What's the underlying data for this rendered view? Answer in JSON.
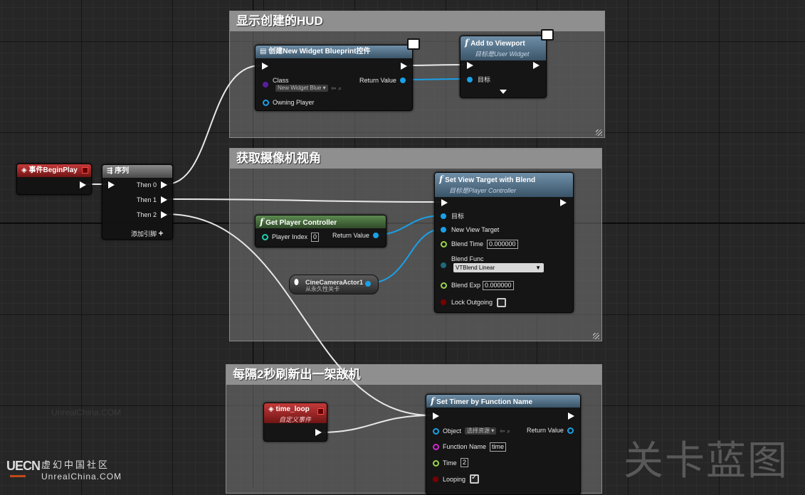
{
  "breadcrumbs": "...",
  "comments": [
    {
      "title": "显示创建的HUD"
    },
    {
      "title": "获取摄像机视角"
    },
    {
      "title": "每隔2秒刷新出一架敌机"
    }
  ],
  "nodes": {
    "begin_play": {
      "title": "事件BeginPlay"
    },
    "sequence": {
      "title": "序列",
      "pins": [
        "Then 0",
        "Then 1",
        "Then 2"
      ],
      "add_pin": "添加引脚"
    },
    "create_widget": {
      "title": "创建New Widget Blueprint控件",
      "class_label": "Class",
      "class_value": "New Widget Blue",
      "return_label": "Return Value",
      "owning_player": "Owning Player"
    },
    "add_viewport": {
      "title": "Add to Viewport",
      "subtitle": "目标是User Widget",
      "target": "目标"
    },
    "set_view_target": {
      "title": "Set View Target with Blend",
      "subtitle": "目标是Player Controller",
      "target": "目标",
      "new_view_target": "New View Target",
      "blend_time": "Blend Time",
      "blend_time_value": "0.000000",
      "blend_func": "Blend Func",
      "blend_func_value": "VTBlend Linear",
      "blend_exp": "Blend Exp",
      "blend_exp_value": "0.000000",
      "lock_outgoing": "Lock Outgoing"
    },
    "get_player_controller": {
      "title": "Get Player Controller",
      "player_index": "Player Index",
      "player_index_value": "0",
      "return_label": "Return Value"
    },
    "cine_camera": {
      "title": "CineCameraActor1",
      "subtitle": "从永久性关卡"
    },
    "time_loop": {
      "title": "time_loop",
      "subtitle": "自定义事件"
    },
    "set_timer": {
      "title": "Set Timer by Function Name",
      "object": "Object",
      "object_value": "选择资源",
      "return_label": "Return Value",
      "function_name": "Function Name",
      "function_name_value": "time",
      "time": "Time",
      "time_value": "2",
      "looping": "Looping"
    }
  },
  "watermarks": {
    "logo": "UECN",
    "site_cn": "虚幻中国社区",
    "site_en": "UnrealChina.COM",
    "faint": "UnrealChina.COM",
    "big": "关卡蓝图"
  },
  "colors": {
    "exec": "#ffffff",
    "object_pin": "#1aa0e8",
    "float_pin": "#9bd44a",
    "name_pin": "#d02ad0",
    "event_header": "#c43a3a",
    "function_header": "#4a6a82"
  }
}
